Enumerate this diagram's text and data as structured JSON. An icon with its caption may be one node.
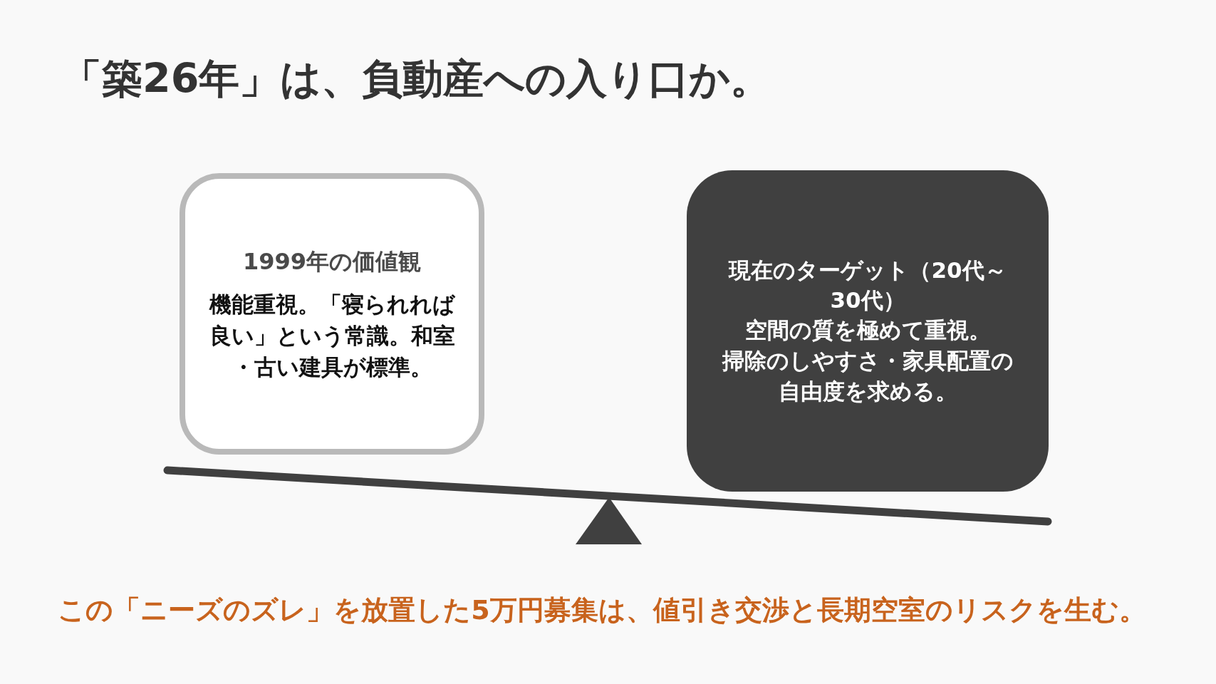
{
  "diagram": {
    "title": "「築26年」は、負動産への入り口か。",
    "nodes": [
      {
        "text": [
          "1999年の価値観",
          "機能重視。「寝られれば良い」という常識。和室・古い建具が標準。"
        ]
      },
      {
        "text": [
          "現在のターゲット（20代～30代）",
          "空間の質を極めて重視。",
          "掃除のしやすさ・家具配置の自由度を求める。"
        ]
      }
    ],
    "caption": "この「ニーズのズレ」を放置した5万円募集は、値引き交渉と長期空室のリスクを生む。"
  }
}
